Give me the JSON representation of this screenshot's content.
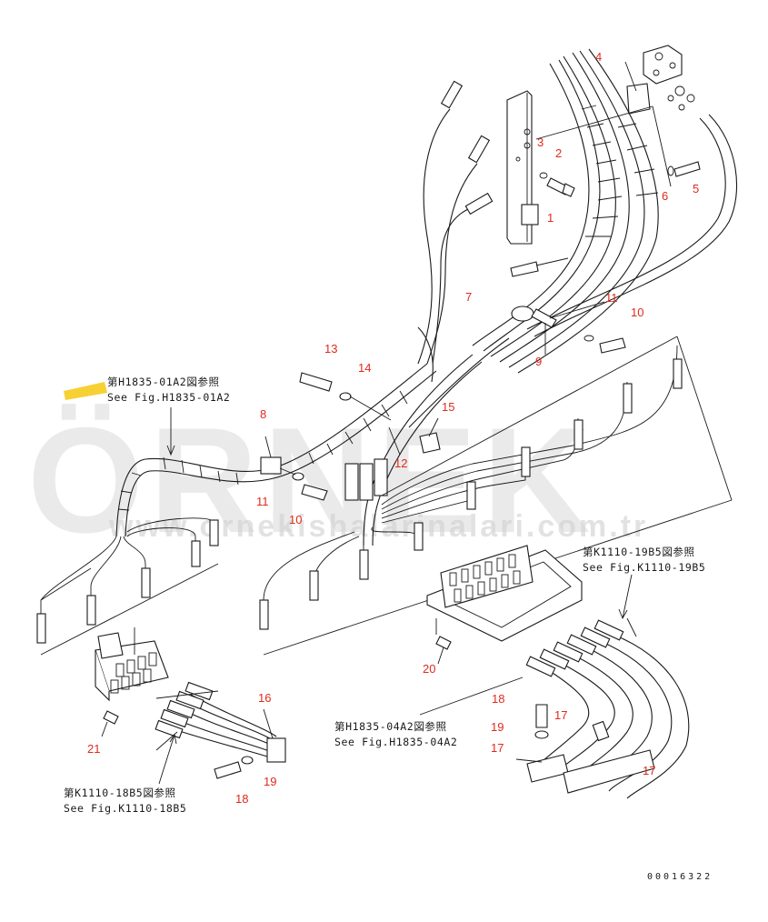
{
  "watermark": {
    "brand": "ÖRNEK",
    "url": "www.ornekishalarinalari.com.tr",
    "accent_color": "#f5c400"
  },
  "callouts": [
    {
      "id": "c1",
      "label": "1"
    },
    {
      "id": "c2",
      "label": "2"
    },
    {
      "id": "c3",
      "label": "3"
    },
    {
      "id": "c4",
      "label": "4"
    },
    {
      "id": "c5",
      "label": "5"
    },
    {
      "id": "c6",
      "label": "6"
    },
    {
      "id": "c7",
      "label": "7"
    },
    {
      "id": "c8",
      "label": "8"
    },
    {
      "id": "c9",
      "label": "9"
    },
    {
      "id": "c10a",
      "label": "10"
    },
    {
      "id": "c10b",
      "label": "10"
    },
    {
      "id": "c11a",
      "label": "11"
    },
    {
      "id": "c11b",
      "label": "11"
    },
    {
      "id": "c12",
      "label": "12"
    },
    {
      "id": "c13",
      "label": "13"
    },
    {
      "id": "c14",
      "label": "14"
    },
    {
      "id": "c15",
      "label": "15"
    },
    {
      "id": "c16",
      "label": "16"
    },
    {
      "id": "c17a",
      "label": "17"
    },
    {
      "id": "c17b",
      "label": "17"
    },
    {
      "id": "c17c",
      "label": "17"
    },
    {
      "id": "c18a",
      "label": "18"
    },
    {
      "id": "c18b",
      "label": "18"
    },
    {
      "id": "c19a",
      "label": "19"
    },
    {
      "id": "c19b",
      "label": "19"
    },
    {
      "id": "c20",
      "label": "20"
    },
    {
      "id": "c21",
      "label": "21"
    }
  ],
  "references": [
    {
      "id": "ref_h1835_01a2",
      "jp": "第H1835-01A2図参照",
      "en": "See Fig.H1835-01A2"
    },
    {
      "id": "ref_k1110_19b5",
      "jp": "第K1110-19B5図参照",
      "en": "See Fig.K1110-19B5"
    },
    {
      "id": "ref_h1835_04a2",
      "jp": "第H1835-04A2図参照",
      "en": "See Fig.H1835-04A2"
    },
    {
      "id": "ref_k1110_18b5",
      "jp": "第K1110-18B5図参照",
      "en": "See Fig.K1110-18B5"
    }
  ],
  "drawing_number": "00016322"
}
